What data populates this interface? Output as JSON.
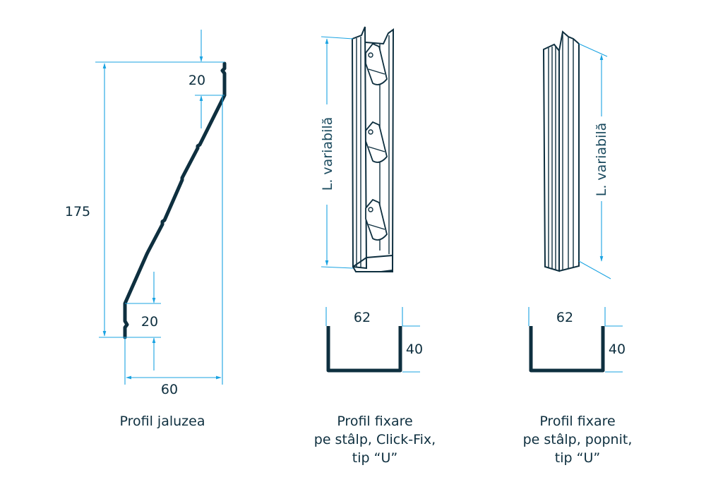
{
  "colors": {
    "profile": "#0e2f3f",
    "dimension": "#1aa3e2"
  },
  "profil_jaluzea": {
    "height": "175",
    "top_segment": "20",
    "bottom_segment": "20",
    "width": "60",
    "caption": "Profil jaluzea"
  },
  "click_fix": {
    "length_label": "L. variabilă",
    "u_width": "62",
    "u_height": "40",
    "caption_lines": [
      "Profil fixare",
      "pe stâlp, Click-Fix,",
      "tip “U”"
    ]
  },
  "popnit": {
    "length_label": "L. variabilă",
    "u_width": "62",
    "u_height": "40",
    "caption_lines": [
      "Profil fixare",
      "pe stâlp, popnit,",
      "tip “U”"
    ]
  }
}
